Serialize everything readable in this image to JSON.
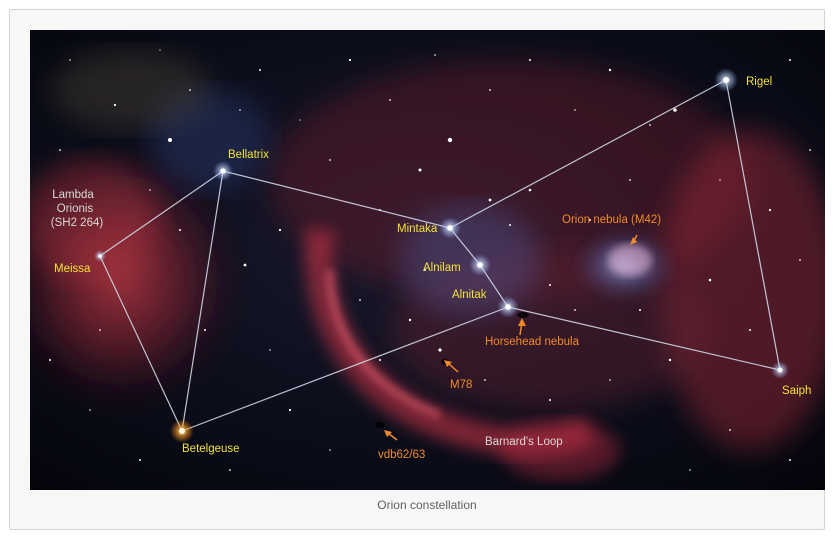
{
  "figure": {
    "caption": "Orion constellation",
    "stars": {
      "rigel": "Rigel",
      "bellatrix": "Bellatrix",
      "mintaka": "Mintaka",
      "alnilam": "Alnilam",
      "alnitak": "Alnitak",
      "meissa": "Meissa",
      "betelgeuse": "Betelgeuse",
      "saiph": "Saiph"
    },
    "nebulae": {
      "lambda_line1": "Lambda",
      "lambda_line2": "Orionis",
      "lambda_line3": "(SH2 264)",
      "orion_nebula": "Orion nebula (M42)",
      "horsehead": "Horsehead nebula",
      "m78": "M78",
      "vdb": "vdb62/63",
      "barnards_loop": "Barnard's Loop"
    },
    "colors": {
      "star_label": "#f3e23a",
      "nebula_label": "#f08a2a",
      "region_label": "#d8d8d8",
      "constellation_line": "#cfd8e6",
      "nebula_red": "#c8323c"
    }
  }
}
